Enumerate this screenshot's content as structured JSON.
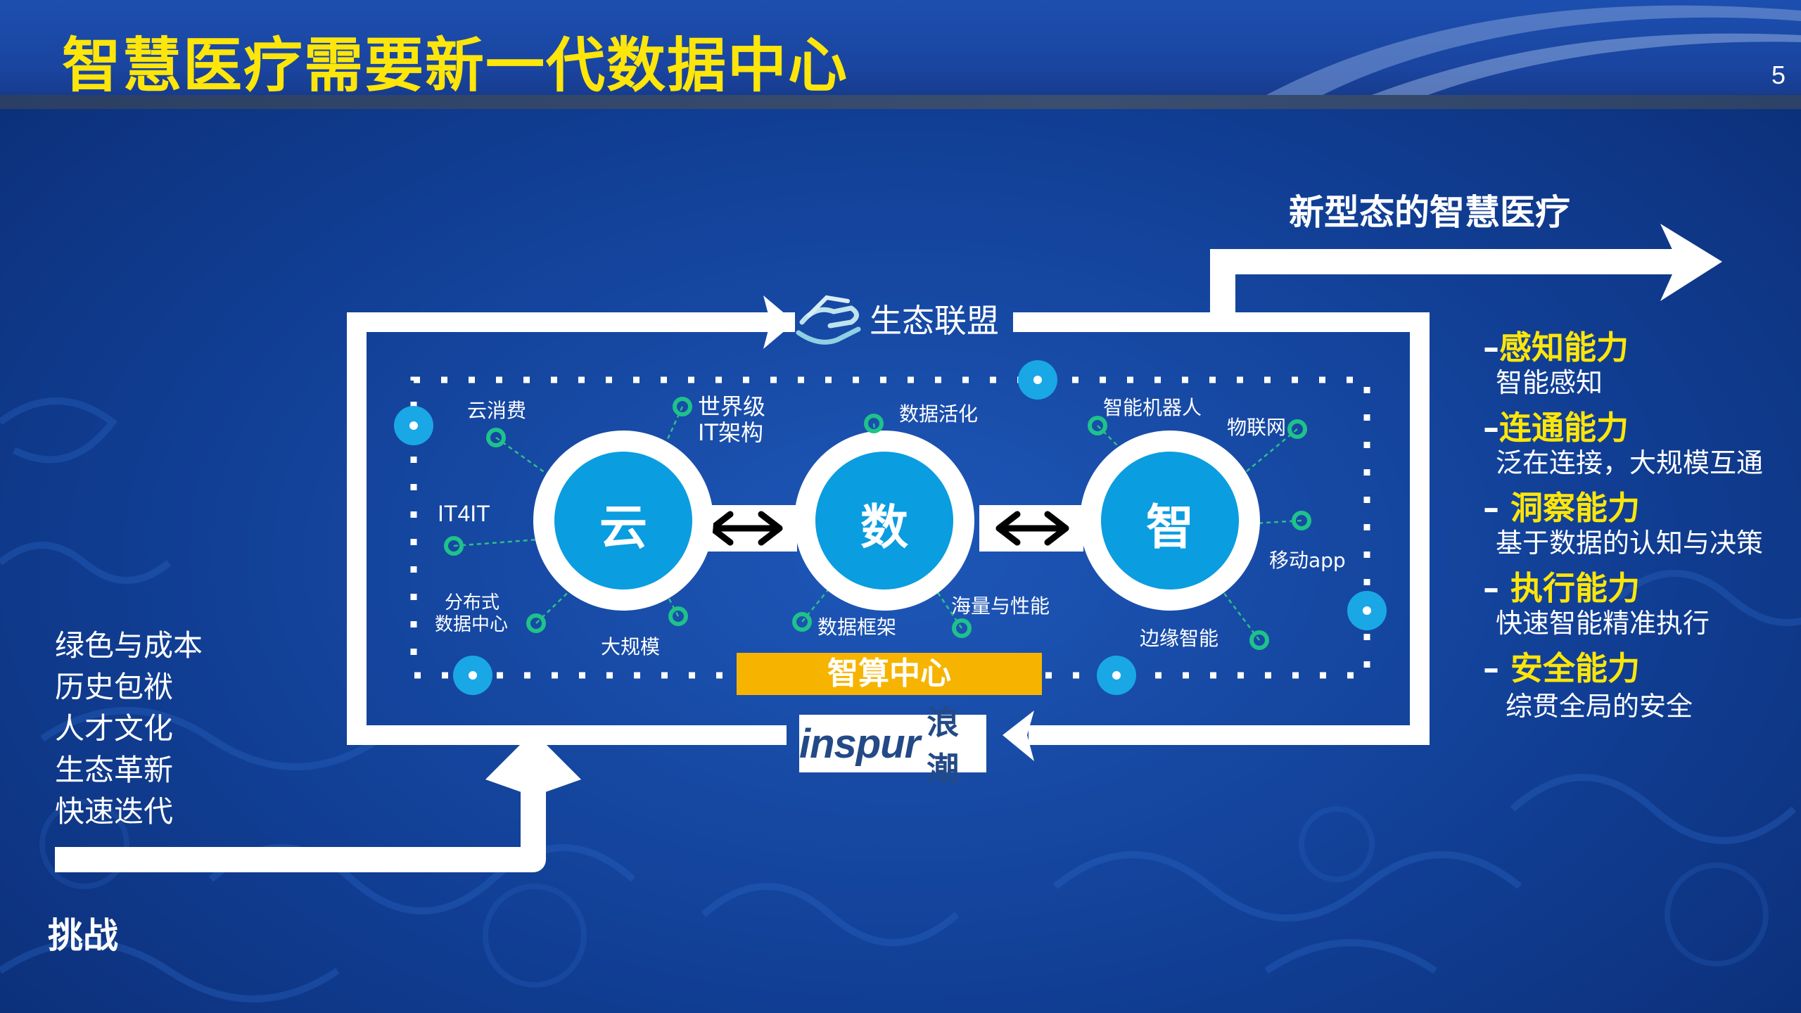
{
  "slide": {
    "title": "智慧医疗需要新一代数据中心",
    "page_number": "5"
  },
  "challenges": {
    "items": [
      "绿色与成本",
      "历史包袱",
      "人才文化",
      "生态革新",
      "快速迭代"
    ],
    "label": "挑战"
  },
  "goal": {
    "label": "新型态的智慧医疗"
  },
  "ecosystem": {
    "label": "生态联盟"
  },
  "hubs": {
    "cloud": "云",
    "data": "数",
    "intelligence": "智"
  },
  "cloud_nodes": {
    "consumption": "云消费",
    "world_it_line1": "世界级",
    "world_it_line2": "IT架构",
    "it4it": "IT4IT",
    "distributed_line1": "分布式",
    "distributed_line2": "数据中心",
    "large_scale": "大规模"
  },
  "data_nodes": {
    "activation": "数据活化",
    "framework": "数据框架",
    "performance": "海量与性能"
  },
  "intel_nodes": {
    "robot": "智能机器人",
    "iot": "物联网",
    "mobile": "移动app",
    "edge": "边缘智能"
  },
  "compute_center": {
    "label": "智算中心"
  },
  "brand": {
    "name": "inspur",
    "name_cn": "浪潮"
  },
  "capabilities": [
    {
      "title": "感知能力",
      "desc": "智能感知"
    },
    {
      "title": "连通能力",
      "desc": "泛在连接，大规模互通"
    },
    {
      "title": "洞察能力",
      "desc": "基于数据的认知与决策"
    },
    {
      "title": "执行能力",
      "desc": "快速智能精准执行"
    },
    {
      "title": "安全能力",
      "desc": "综贯全局的安全"
    }
  ],
  "colors": {
    "background": "#123f94",
    "title_yellow": "#ffe60a",
    "hub_blue": "#0a9de0",
    "node_green": "#1fc28a",
    "compute_orange": "#f6b400"
  }
}
